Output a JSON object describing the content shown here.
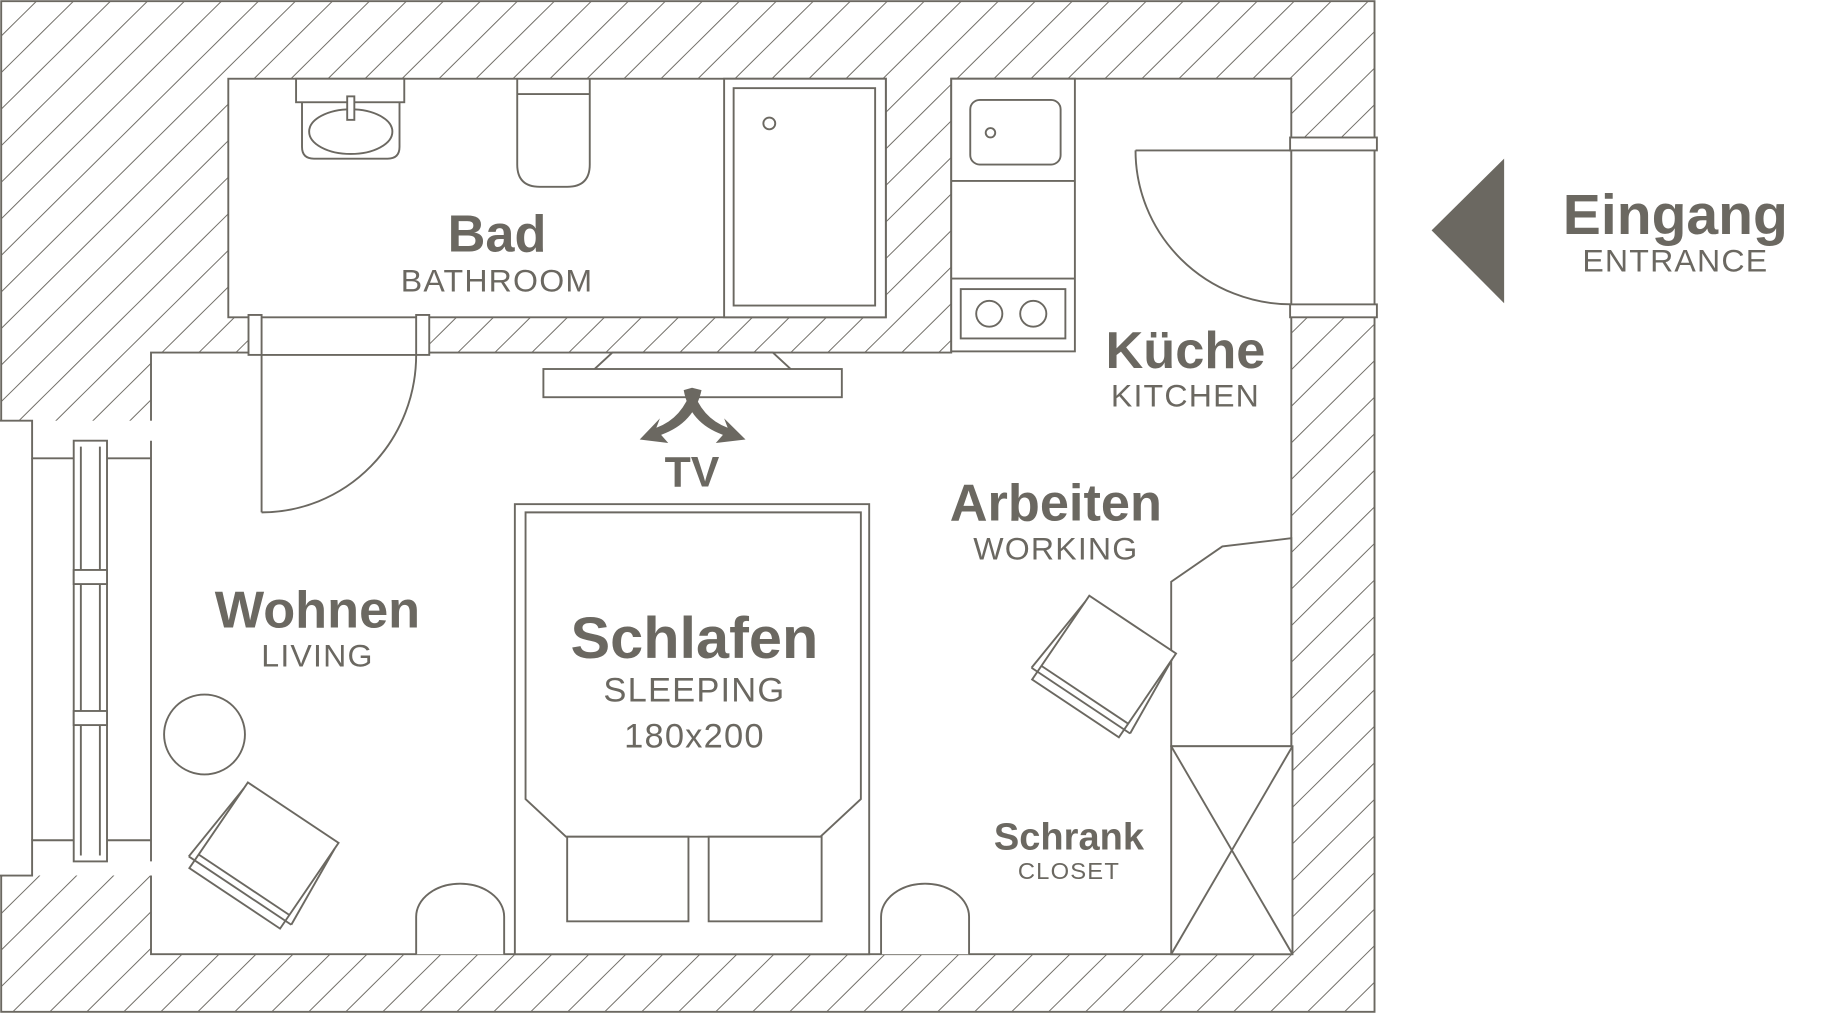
{
  "colors": {
    "ink": "#6b6861",
    "background": "#ffffff"
  },
  "rooms": {
    "bathroom": {
      "de": "Bad",
      "en": "BATHROOM"
    },
    "kitchen": {
      "de": "Küche",
      "en": "KITCHEN"
    },
    "working": {
      "de": "Arbeiten",
      "en": "WORKING"
    },
    "living": {
      "de": "Wohnen",
      "en": "LIVING"
    },
    "sleeping": {
      "de": "Schlafen",
      "en": "SLEEPING",
      "bed_size": "180x200"
    },
    "closet": {
      "de": "Schrank",
      "en": "CLOSET"
    }
  },
  "tv_label": "TV",
  "entrance": {
    "de": "Eingang",
    "en": "ENTRANCE",
    "icon": "arrow-left-triangle-icon"
  }
}
